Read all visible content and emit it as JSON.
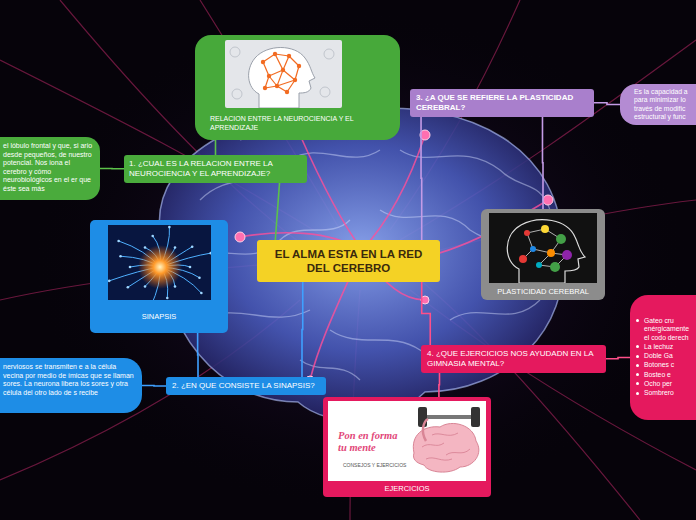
{
  "diagram": {
    "nodes": [
      {
        "text": [
          "EL ALMA ESTA EN LA RED DEL CEREBRO"
        ]
      },
      {
        "text": [
          "RELACION ENTRE LA NEUROCIENCIA Y EL APRENDIZAJE"
        ]
      },
      {
        "text": [
          "1. ¿CUAL ES LA RELACION ENTRE LA NEUROCIENCIA Y EL APRENDIZAJE?"
        ]
      },
      {
        "text": [
          "el lóbulo frontal y que, si ario desde pequeños, de nuestro potencial. Nos iona el cerebro y cómo neurobiológicos en el er que éste sea más"
        ]
      },
      {
        "text": [
          "SINAPSIS"
        ]
      },
      {
        "text": [
          "2. ¿EN QUE CONSISTE LA SINAPSIS?"
        ]
      },
      {
        "text": [
          "nerviosos se transmiten e a la célula vecina por medio de ímicas que se llaman sores. La neurona libera los sores y otra célula del otro lado de s recibe"
        ]
      },
      {
        "text": [
          "3. ¿A QUE SE REFIERE LA PLASTICIDAD CEREBRAL?"
        ]
      },
      {
        "text": [
          "Es la capacidad a para minimizar lo través de modific estructural y func"
        ]
      },
      {
        "text": [
          "PLASTICIDAD CEREBRAL"
        ]
      },
      {
        "text": [
          "4. ¿QUE EJERCICIOS NOS AYUDADN EN LA GIMNASIA MENTAL?"
        ]
      },
      {
        "text": [
          "Gateo cru enérgicamente el codo derech",
          "La lechuz",
          "Doble Ga",
          "Botones c",
          "Bosteo e",
          "Ocho per",
          "Sombrero"
        ]
      },
      {
        "text": [
          "EJERCICIOS"
        ]
      }
    ],
    "edges": [
      {
        "from": 0,
        "to": 2,
        "arrow": "none"
      },
      {
        "from": 2,
        "to": 3,
        "arrow": "none"
      },
      {
        "from": 2,
        "to": 1,
        "arrow": "none"
      },
      {
        "from": 0,
        "to": 5,
        "arrow": "none"
      },
      {
        "from": 5,
        "to": 6,
        "arrow": "none"
      },
      {
        "from": 5,
        "to": 4,
        "arrow": "none"
      },
      {
        "from": 0,
        "to": 7,
        "arrow": "none"
      },
      {
        "from": 7,
        "to": 8,
        "arrow": "none"
      },
      {
        "from": 7,
        "to": 9,
        "arrow": "none"
      },
      {
        "from": 0,
        "to": 10,
        "arrow": "none"
      },
      {
        "from": 10,
        "to": 11,
        "arrow": "none"
      },
      {
        "from": 10,
        "to": 12,
        "arrow": "none"
      }
    ],
    "labels": [
      "Pon en forma tu mente",
      "CONSEJOS Y EJERCICIOS"
    ]
  }
}
